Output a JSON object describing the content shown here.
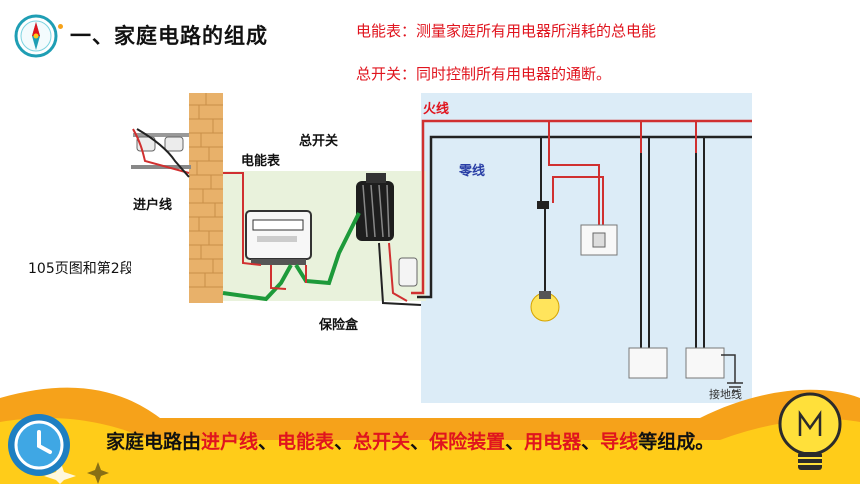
{
  "title": "一、家庭电路的组成",
  "notes": {
    "meter": "电能表：测量家庭所有用电器所消耗的总电能",
    "switch": "总开关：同时控制所有用电器的通断。"
  },
  "side_note": "105页图和第2段",
  "diagram": {
    "labels": {
      "service_line": "进户线",
      "meter": "电能表",
      "main_switch": "总开关",
      "fuse_box": "保险盒",
      "live": "火线",
      "neutral": "零线",
      "ground": "接地线"
    }
  },
  "summary": {
    "prefix": "家庭电路由",
    "items": [
      "进户线",
      "电能表",
      "总开关",
      "保险装置",
      "用电器",
      "导线"
    ],
    "sep": "、",
    "suffix": "等组成。"
  },
  "colors": {
    "accent_red": "#e0141e",
    "orange": "#f6a21a",
    "yellow": "#ffcc19",
    "teal_icon": "#1f9eb4"
  }
}
